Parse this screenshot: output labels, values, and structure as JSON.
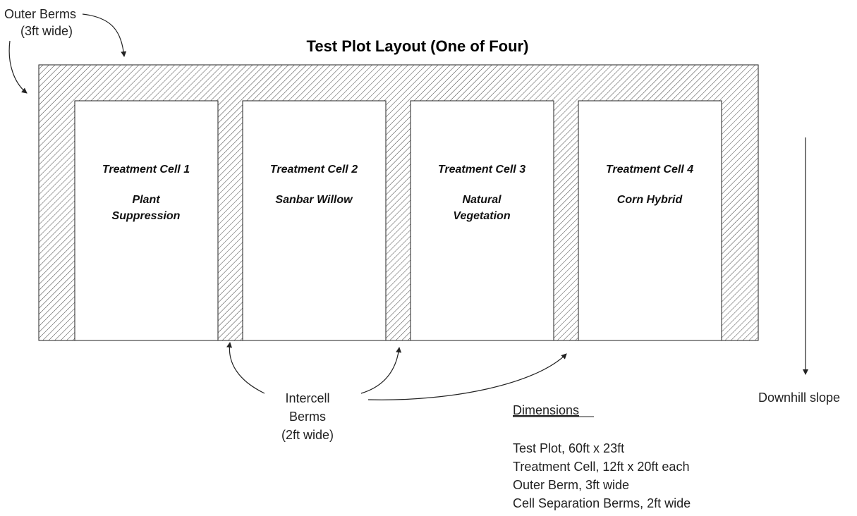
{
  "title": "Test Plot Layout (One of Four)",
  "outer_berms_label": {
    "line1": "Outer Berms",
    "line2": "(3ft wide)"
  },
  "cells": [
    {
      "heading": "Treatment Cell 1",
      "line1": "Plant",
      "line2": "Suppression"
    },
    {
      "heading": "Treatment Cell 2",
      "line1": "Sanbar Willow",
      "line2": ""
    },
    {
      "heading": "Treatment Cell 3",
      "line1": "Natural",
      "line2": "Vegetation"
    },
    {
      "heading": "Treatment Cell 4",
      "line1": "Corn Hybrid",
      "line2": ""
    }
  ],
  "intercell_label": {
    "line1": "Intercell",
    "line2": "Berms",
    "line3": "(2ft wide)"
  },
  "downhill_label": "Downhill slope",
  "dimensions": {
    "heading": "Dimensions",
    "items": [
      "Test Plot, 60ft x 23ft",
      "Treatment Cell, 12ft x 20ft each",
      "Outer Berm, 3ft wide",
      "Cell Separation Berms, 2ft wide"
    ]
  }
}
